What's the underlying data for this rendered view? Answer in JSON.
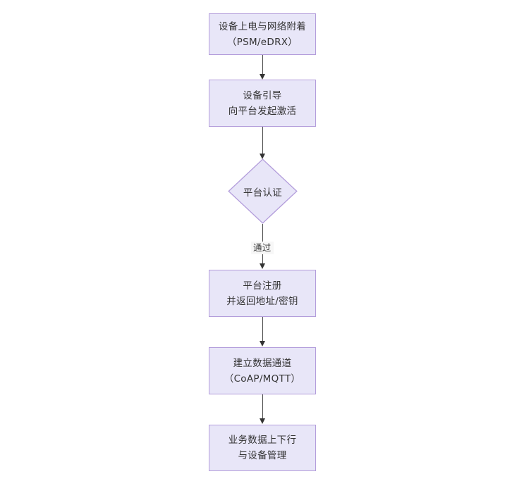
{
  "diagram": {
    "type": "flowchart",
    "orientation": "top-to-bottom",
    "colors": {
      "node_fill": "#e8e6f8",
      "node_border": "#b39ddb",
      "text": "#333333",
      "edge": "#4a4a4a",
      "background": "#ffffff"
    },
    "nodes": [
      {
        "id": "n1",
        "shape": "rectangle",
        "line1": "设备上电与网络附着",
        "line2": "（PSM/eDRX）"
      },
      {
        "id": "n2",
        "shape": "rectangle",
        "line1": "设备引导",
        "line2": "向平台发起激活"
      },
      {
        "id": "n3",
        "shape": "diamond",
        "line1": "平台认证",
        "line2": ""
      },
      {
        "id": "n4",
        "shape": "rectangle",
        "line1": "平台注册",
        "line2": "并返回地址/密钥"
      },
      {
        "id": "n5",
        "shape": "rectangle",
        "line1": "建立数据通道",
        "line2": "（CoAP/MQTT）"
      },
      {
        "id": "n6",
        "shape": "rectangle",
        "line1": "业务数据上下行",
        "line2": "与设备管理"
      }
    ],
    "edges": [
      {
        "id": "e1",
        "from": "n1",
        "to": "n2",
        "label": ""
      },
      {
        "id": "e2",
        "from": "n2",
        "to": "n3",
        "label": ""
      },
      {
        "id": "e3",
        "from": "n3",
        "to": "n4",
        "label": "通过"
      },
      {
        "id": "e4",
        "from": "n4",
        "to": "n5",
        "label": ""
      },
      {
        "id": "e5",
        "from": "n5",
        "to": "n6",
        "label": ""
      }
    ]
  }
}
